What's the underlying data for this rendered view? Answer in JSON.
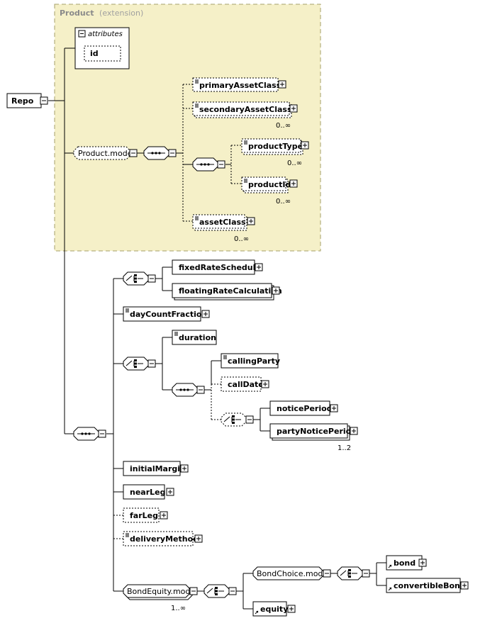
{
  "extension": {
    "title": "Product",
    "subtitle": "(extension)"
  },
  "attributes": {
    "label": "attributes",
    "items": [
      "id"
    ]
  },
  "root": "Repo",
  "product_model": {
    "group": "Product.model",
    "elements": {
      "primaryAssetClass": "primaryAssetClass",
      "secondaryAssetClass": "secondaryAssetClass",
      "secondaryAssetClass_card": "0..∞",
      "productType": "productType",
      "productType_card": "0..∞",
      "productId": "productId",
      "productId_card": "0..∞",
      "assetClass": "assetClass",
      "assetClass_card": "0..∞"
    }
  },
  "elements": {
    "fixedRateSchedule": "fixedRateSchedule",
    "floatingRateCalculation": "floatingRateCalculation",
    "dayCountFraction": "dayCountFraction",
    "duration": "duration",
    "callingParty": "callingParty",
    "callDate": "callDate",
    "noticePeriod": "noticePeriod",
    "partyNoticePeriod": "partyNoticePeriod",
    "partyNoticePeriod_card": "1..2",
    "initialMargin": "initialMargin",
    "nearLeg": "nearLeg",
    "farLeg": "farLeg",
    "deliveryMethod": "deliveryMethod",
    "bondEquityModel": "BondEquity.model",
    "bondEquityModel_card": "1..∞",
    "bondChoiceModel": "BondChoice.model",
    "bond": "bond",
    "convertibleBond": "convertibleBond",
    "equity": "equity"
  },
  "colors": {
    "extension_fill": "#f5f0c8",
    "extension_border": "#a6a06a"
  }
}
